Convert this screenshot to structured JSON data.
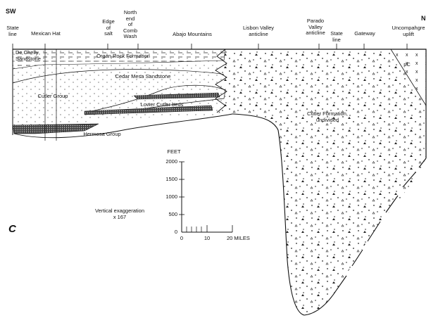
{
  "figure": {
    "panel_letter": "C",
    "direction_left": "SW",
    "direction_right": "N"
  },
  "top_labels": [
    "State\nline",
    "Mexican Hat",
    "Edge\nof\nsalt",
    "North\nend\nof\nComb\nWash",
    "Abajo Mountains",
    "Lisbon Valley\nanticline",
    "Parado\nValley\nanticline",
    "State\nline",
    "Gateway",
    "Uncompahgre\nuplift"
  ],
  "units": {
    "de_chelly": "De Chelly\nSandstone",
    "organ_rock": "Organ Rock Formation",
    "cedar_mesa": "Cedar Mesa Sandstone",
    "cutler_group": "Cutler Group",
    "lower_cutler": "Lower Cutler beds",
    "hermosa": "Hermosa Group",
    "cutler_undivided": "Cutler Formation,\nundivided",
    "precambrian": "pC"
  },
  "vertical_scale": {
    "unit_label": "FEET",
    "ticks": [
      "2000",
      "1500",
      "1000",
      "500",
      "0"
    ]
  },
  "horizontal_scale": {
    "ticks": [
      "0",
      "10",
      "20 MILES"
    ]
  },
  "exaggeration": "Vertical exaggeration\nx 167"
}
